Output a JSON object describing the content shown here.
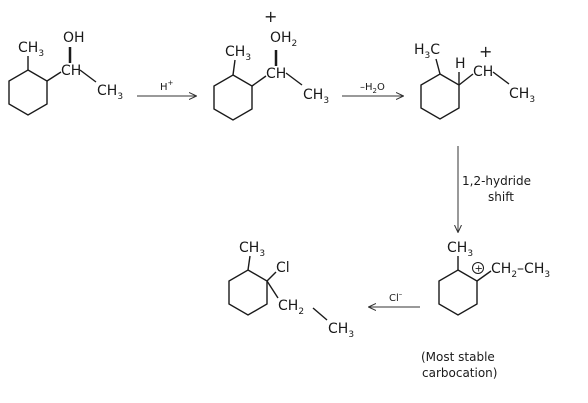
{
  "reagents": {
    "step1": {
      "main": "H",
      "sup": "+"
    },
    "step2": {
      "pre": "–H",
      "sub": "2",
      "post": "O"
    },
    "step3": {
      "line1": "1,2-hydride",
      "line2": "shift"
    },
    "step4": {
      "main": "Cl",
      "sup": "–"
    }
  },
  "molecules": {
    "alcohol": {
      "methyl": {
        "c": "CH",
        "sub": "3"
      },
      "oh": "OH",
      "ch": "CH",
      "ethyl_end": {
        "c": "CH",
        "sub": "3"
      }
    },
    "oxonium": {
      "charge": "+",
      "methyl": {
        "c": "CH",
        "sub": "3"
      },
      "oh2": {
        "o": "OH",
        "sub": "2"
      },
      "ch": "CH",
      "ethyl_end": {
        "c": "CH",
        "sub": "3"
      }
    },
    "secondary_cation": {
      "methyl": {
        "h": "H",
        "sub": "3",
        "c": "C"
      },
      "ring_h": "H",
      "charge": "+",
      "ch": "CH",
      "ethyl_end": {
        "c": "CH",
        "sub": "3"
      }
    },
    "tertiary_cation": {
      "methyl": {
        "c": "CH",
        "sub": "3"
      },
      "charge": "+",
      "ethyl": {
        "c1": "CH",
        "sub1": "2",
        "dash": "–",
        "c2": "CH",
        "sub2": "3"
      },
      "note_line1": "(Most stable",
      "note_line2": "carbocation)"
    },
    "product": {
      "methyl": {
        "c": "CH",
        "sub": "3"
      },
      "cl": "Cl",
      "ch2": {
        "c": "CH",
        "sub": "2"
      },
      "ethyl_end": {
        "c": "CH",
        "sub": "3"
      }
    }
  },
  "colors": {
    "ink": "#1a1a1a",
    "arrow": "#333333",
    "background": "#ffffff"
  }
}
